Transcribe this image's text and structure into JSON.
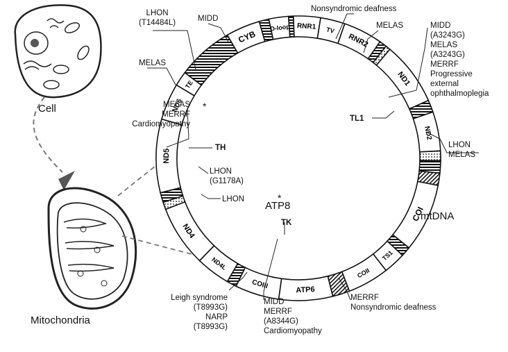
{
  "captions": {
    "cell": "Cell",
    "mitochondria": "Mitochondria",
    "mtdna": "mtDNA"
  },
  "segments": {
    "cyb": "CYB",
    "dloop": "D-loop",
    "rnr1": "RNR1",
    "tv": "TV",
    "rnr2": "RNR2",
    "tl1": "TL1",
    "nd1": "ND1",
    "nd2": "ND2",
    "coi": "COI",
    "ts1": "TS1",
    "coii": "COII",
    "tk": "TK",
    "atp8": "ATP8",
    "atp6": "ATP6",
    "coiii": "COIII",
    "nd4l": "ND4L",
    "nd4": "ND4",
    "th": "TH",
    "nd5": "ND5",
    "nd6": "ND6",
    "te": "TE"
  },
  "diseases": {
    "lhon_t14484l": "LHON\n(T14484L)",
    "midd_top": "MIDD",
    "nonsyndromic_top": "Nonsyndromic deafness",
    "melas_tv": "MELAS",
    "tl1_list": "MIDD\n(A3243G)\nMELAS\n(A3243G)\nMERRF\nProgressive\nexternal\nophthalmoplegia",
    "melas_nd5": "MELAS",
    "th_list": "MELAS\nMERRF\nCardiomyopathy",
    "nd1_list": "LHON\nMELAS",
    "lhon_g1178a": "LHON\n(G1178A)",
    "lhon_nd4l": "LHON",
    "leigh_list": "Leigh syndrome\n(T8993G)\nNARP\n(T8993G)",
    "tk_list": "MIDD\nMERRF\n(A8344G)\nCardiomyopathy",
    "ts1_list": "MERRF\nNonsyndromic deafness"
  },
  "markers": {
    "star": "*"
  }
}
